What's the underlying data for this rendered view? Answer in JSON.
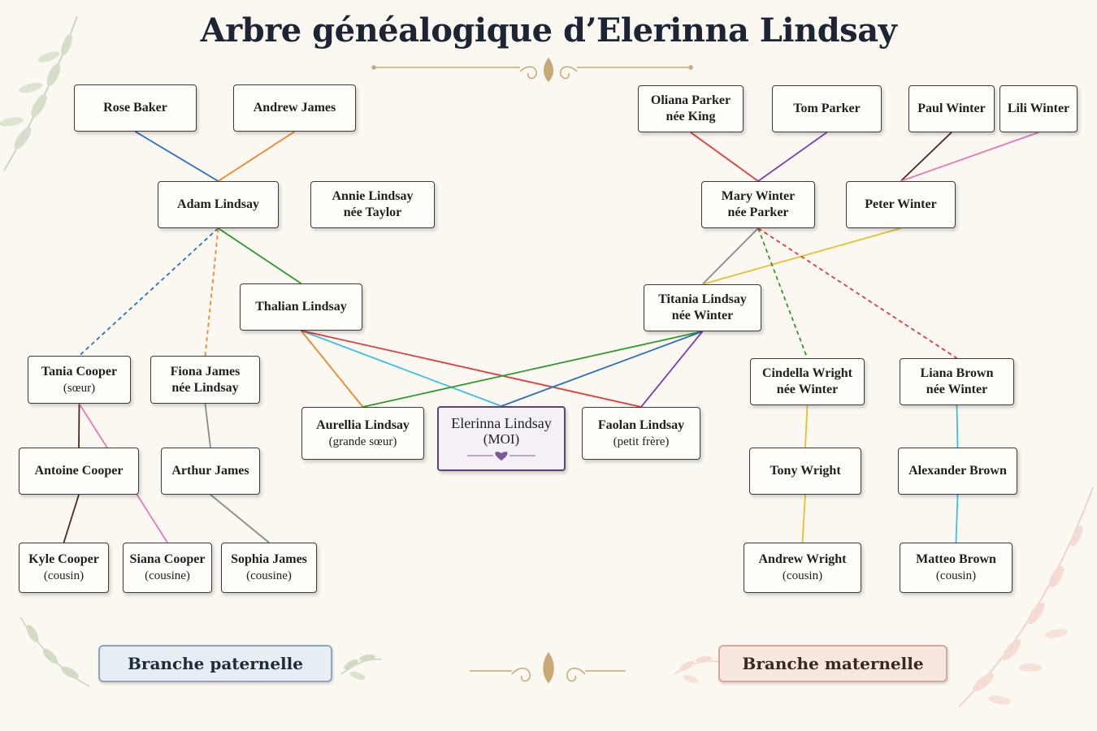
{
  "title": "Arbre généalogique d’Elerinna Lindsay",
  "nodes": {
    "rose_baker": {
      "name": "Rose Baker",
      "sub": ""
    },
    "andrew_james": {
      "name": "Andrew James",
      "sub": ""
    },
    "adam_lindsay": {
      "name": "Adam Lindsay",
      "sub": ""
    },
    "annie_lindsay": {
      "name": "Annie Lindsay",
      "sub": "née Taylor"
    },
    "thalian_lindsay": {
      "name": "Thalian Lindsay",
      "sub": ""
    },
    "tania_cooper": {
      "name": "Tania Cooper",
      "sub": "(sœur)"
    },
    "fiona_james": {
      "name": "Fiona James",
      "sub": "née Lindsay"
    },
    "antoine_cooper": {
      "name": "Antoine Cooper",
      "sub": ""
    },
    "arthur_james": {
      "name": "Arthur James",
      "sub": ""
    },
    "kyle_cooper": {
      "name": "Kyle Cooper",
      "sub": "(cousin)"
    },
    "siana_cooper": {
      "name": "Siana Cooper",
      "sub": "(cousine)"
    },
    "sophia_james": {
      "name": "Sophia James",
      "sub": "(cousine)"
    },
    "aurellia_lindsay": {
      "name": "Aurellia Lindsay",
      "sub": "(grande sœur)"
    },
    "elerinna_lindsay": {
      "name": "Elerinna Lindsay",
      "sub": "(MOI)"
    },
    "faolan_lindsay": {
      "name": "Faolan Lindsay",
      "sub": "(petit frère)"
    },
    "oliana_parker": {
      "name": "Oliana Parker",
      "sub": "née King"
    },
    "tom_parker": {
      "name": "Tom Parker",
      "sub": ""
    },
    "paul_winter": {
      "name": "Paul Winter",
      "sub": ""
    },
    "lili_winter": {
      "name": "Lili Winter",
      "sub": ""
    },
    "mary_winter": {
      "name": "Mary Winter",
      "sub": "née Parker"
    },
    "peter_winter": {
      "name": "Peter Winter",
      "sub": ""
    },
    "titania_lindsay": {
      "name": "Titania Lindsay",
      "sub": "née Winter"
    },
    "cindella_wright": {
      "name": "Cindella Wright",
      "sub": "née Winter"
    },
    "liana_brown": {
      "name": "Liana Brown",
      "sub": "née Winter"
    },
    "tony_wright": {
      "name": "Tony Wright",
      "sub": ""
    },
    "alexander_brown": {
      "name": "Alexander Brown",
      "sub": ""
    },
    "andrew_wright": {
      "name": "Andrew Wright",
      "sub": "(cousin)"
    },
    "matteo_brown": {
      "name": "Matteo Brown",
      "sub": "(cousin)"
    }
  },
  "edges": [
    {
      "from": "rose_baker",
      "to": "adam_lindsay",
      "color": "#2a6fc9",
      "style": "solid"
    },
    {
      "from": "andrew_james",
      "to": "adam_lindsay",
      "color": "#f0862a",
      "style": "solid"
    },
    {
      "from": "adam_lindsay",
      "to": "thalian_lindsay",
      "color": "#2e9a2e",
      "style": "solid"
    },
    {
      "from": "adam_lindsay",
      "to": "tania_cooper",
      "color": "#2a6fc9",
      "style": "dashed"
    },
    {
      "from": "adam_lindsay",
      "to": "fiona_james",
      "color": "#f0862a",
      "style": "dashed"
    },
    {
      "from": "tania_cooper",
      "to": "antoine_cooper",
      "color": "#4a2a1a",
      "style": "solid"
    },
    {
      "from": "tania_cooper",
      "to": "siana_cooper",
      "color": "#f075b5",
      "style": "solid"
    },
    {
      "from": "antoine_cooper",
      "to": "kyle_cooper",
      "color": "#4a2a1a",
      "style": "solid"
    },
    {
      "from": "fiona_james",
      "to": "arthur_james",
      "color": "#8a8a8a",
      "style": "solid"
    },
    {
      "from": "arthur_james",
      "to": "sophia_james",
      "color": "#8a8a8a",
      "style": "solid"
    },
    {
      "from": "thalian_lindsay",
      "to": "aurellia_lindsay",
      "color": "#f0862a",
      "style": "solid"
    },
    {
      "from": "thalian_lindsay",
      "to": "elerinna_lindsay",
      "color": "#3ac0e6",
      "style": "solid"
    },
    {
      "from": "thalian_lindsay",
      "to": "faolan_lindsay",
      "color": "#e83838",
      "style": "solid"
    },
    {
      "from": "titania_lindsay",
      "to": "aurellia_lindsay",
      "color": "#2e9a2e",
      "style": "solid"
    },
    {
      "from": "titania_lindsay",
      "to": "elerinna_lindsay",
      "color": "#2a6fc9",
      "style": "solid"
    },
    {
      "from": "titania_lindsay",
      "to": "faolan_lindsay",
      "color": "#7a3fb5",
      "style": "solid"
    },
    {
      "from": "oliana_parker",
      "to": "mary_winter",
      "color": "#e83838",
      "style": "solid"
    },
    {
      "from": "tom_parker",
      "to": "mary_winter",
      "color": "#7a3fb5",
      "style": "solid"
    },
    {
      "from": "paul_winter",
      "to": "peter_winter",
      "color": "#4a2a1a",
      "style": "solid"
    },
    {
      "from": "lili_winter",
      "to": "peter_winter",
      "color": "#f075b5",
      "style": "solid"
    },
    {
      "from": "mary_winter",
      "to": "titania_lindsay",
      "color": "#8a8a8a",
      "style": "solid"
    },
    {
      "from": "peter_winter",
      "to": "titania_lindsay",
      "color": "#e8c02a",
      "style": "solid"
    },
    {
      "from": "mary_winter",
      "to": "cindella_wright",
      "color": "#2e9a2e",
      "style": "dashed"
    },
    {
      "from": "mary_winter",
      "to": "liana_brown",
      "color": "#e83838",
      "style": "dashed"
    },
    {
      "from": "cindella_wright",
      "to": "tony_wright",
      "color": "#e8c02a",
      "style": "solid"
    },
    {
      "from": "tony_wright",
      "to": "andrew_wright",
      "color": "#e8c02a",
      "style": "solid"
    },
    {
      "from": "liana_brown",
      "to": "alexander_brown",
      "color": "#3ac0e6",
      "style": "solid"
    },
    {
      "from": "alexander_brown",
      "to": "matteo_brown",
      "color": "#3ac0e6",
      "style": "solid"
    }
  ],
  "banners": {
    "paternal": "Branche paternelle",
    "maternal": "Branche maternelle"
  },
  "colors": {
    "background": "#fbf8f1",
    "title": "#1d2433",
    "ornament": "#c9a877",
    "me_border": "#5b4470",
    "me_heart": "#7a5a9a",
    "leaf_green": "#a9b99a",
    "leaf_pink": "#e8b6ad"
  }
}
